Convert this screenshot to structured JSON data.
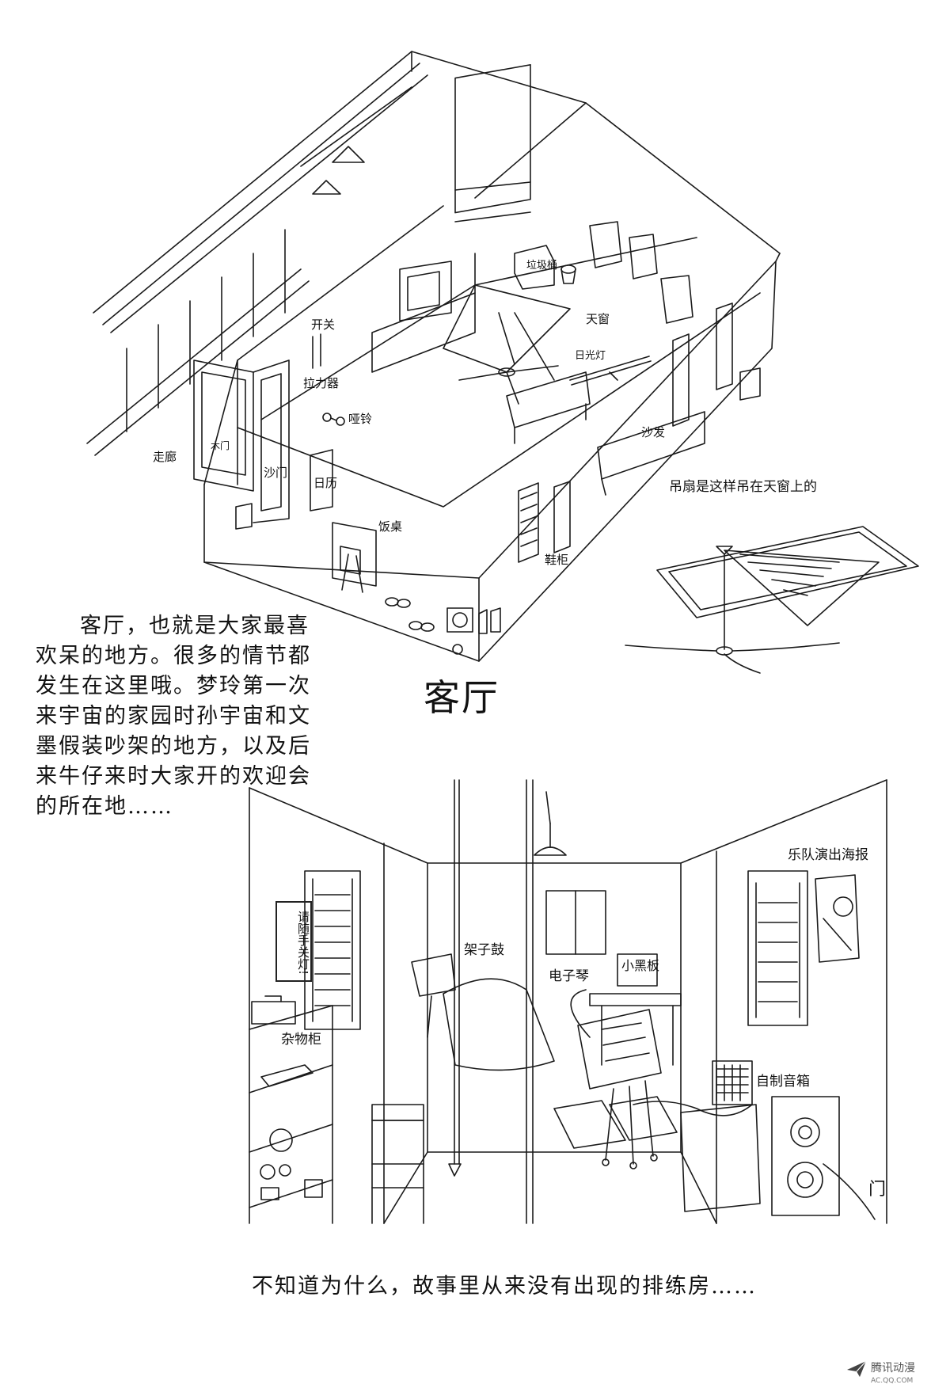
{
  "living_room": {
    "title": "客厅",
    "labels": {
      "switch": "开关",
      "trash_can": "垃圾桶",
      "skylight": "天窗",
      "fluorescent_lamp": "日光灯",
      "puller": "拉力器",
      "dumbbell": "哑铃",
      "corridor": "走廊",
      "wooden_door": "木门",
      "screen_door": "沙门",
      "calendar": "日历",
      "dining_table": "饭桌",
      "sofa": "沙发",
      "shoe_cabinet": "鞋柜"
    },
    "fan_note": "吊扇是这样吊在天窗上的",
    "description": "客厅，也就是大家最喜欢呆的地方。很多的情节都发生在这里哦。梦玲第一次来宇宙的家园时孙宇宙和文墨假装吵架的地方，以及后来牛仔来时大家开的欢迎会的所在地……"
  },
  "rehearsal_room": {
    "labels": {
      "band_poster": "乐队演出海报",
      "drum_kit": "架子鼓",
      "keyboard": "电子琴",
      "blackboard": "小黑板",
      "storage_shelf": "杂物柜",
      "homemade_speaker": "自制音箱",
      "door": "门"
    },
    "wall_sign": "请随手关灯!",
    "caption": "不知道为什么，故事里从来没有出现的排练房……"
  },
  "watermark": {
    "name": "腾讯动漫",
    "url": "AC.QQ.COM"
  }
}
